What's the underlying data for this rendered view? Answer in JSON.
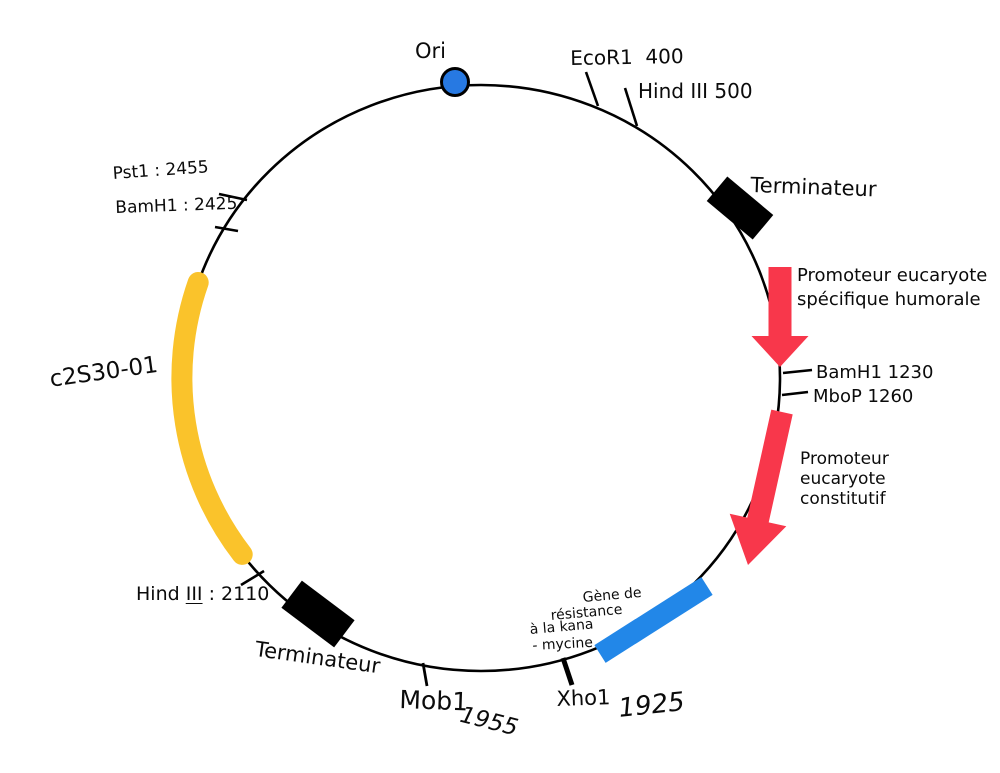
{
  "colors": {
    "red": "#F8374B",
    "blue": "#2287E8",
    "yellow": "#FAC32B",
    "ori_blue": "#2779E2",
    "line_black": "#000000"
  },
  "plasmid_map": {
    "ori_label": "Ori",
    "restriction_sites": {
      "ecor1_400": "EcoR1  400",
      "hind3_500": "Hind III 500",
      "bamh1_1230": "BamH1 1230",
      "mbop_1260": "MboP 1260",
      "xho1_name": "Xho1",
      "xho1_pos": "1925",
      "mob1_name": "Mob1",
      "mob1_pos": "1955",
      "hind3_2110_prefix": "Hind ",
      "hind3_2110_roman": "III",
      "hind3_2110_suffix": " : 2110",
      "bamh1_2425": "BamH1 : 2425",
      "pst1_2455": "Pst1 : 2455"
    },
    "features": {
      "terminator_top": "Terminateur",
      "promoter_specific": "Promoteur eucaryote\nspécifique humorale",
      "promoter_constitutive": "Promoteur\neucaryote\nconstitutif",
      "kanamycin_gene_lines": [
        "Gène de",
        "résistance",
        "à la kana",
        "- mycine"
      ],
      "terminator_bottom": "Terminateur",
      "insert_gene": "c2S30-01"
    }
  }
}
